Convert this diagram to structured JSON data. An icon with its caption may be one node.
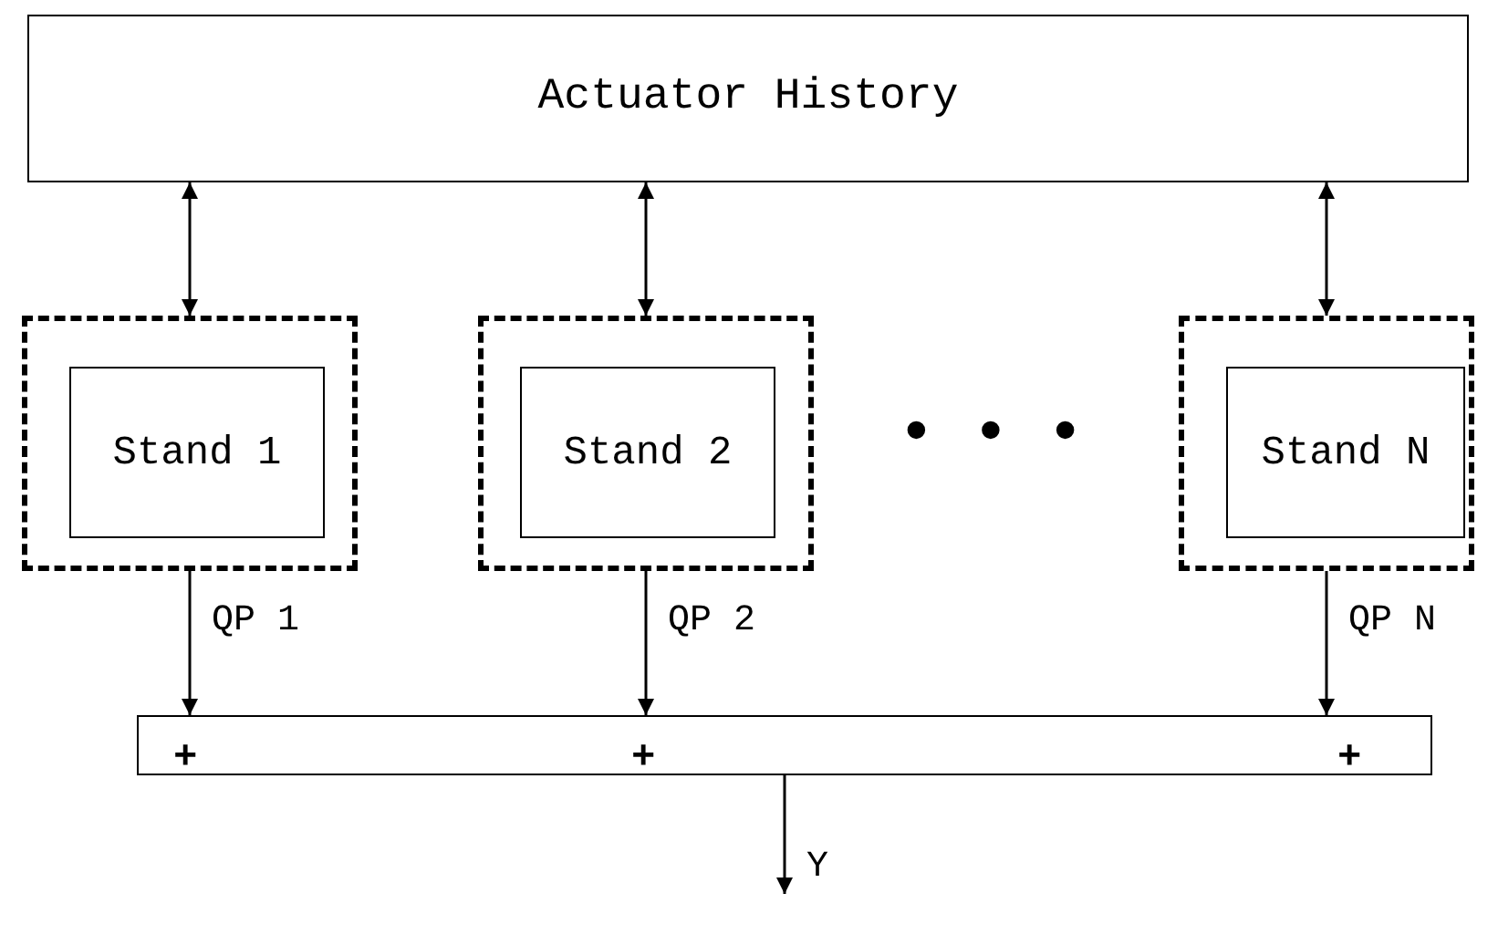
{
  "diagram": {
    "nodes": [
      {
        "text": [
          "Actuator History"
        ]
      },
      {
        "text": [],
        "shape": "box"
      },
      {
        "text": [
          "Stand 1"
        ],
        "in": 1
      },
      {
        "text": [],
        "shape": "box"
      },
      {
        "text": [
          "Stand 2"
        ],
        "in": 3
      },
      {
        "text": [],
        "shape": "box"
      },
      {
        "text": [
          "Stand N"
        ],
        "in": 5
      },
      {
        "text": [
          "+",
          "+",
          "+"
        ]
      }
    ],
    "edges": [
      {
        "from": 0,
        "to": 1,
        "arrow": "both"
      },
      {
        "from": 0,
        "to": 3,
        "arrow": "both"
      },
      {
        "from": 0,
        "to": 5,
        "arrow": "both"
      },
      {
        "from": 1,
        "to": 7,
        "arrow": "to",
        "label": "QP 1"
      },
      {
        "from": 3,
        "to": 7,
        "arrow": "to",
        "label": "QP 2"
      },
      {
        "from": 5,
        "to": 7,
        "arrow": "to",
        "label": "QP N"
      },
      {
        "from": 7,
        "to": null,
        "arrow": "to",
        "label": "Y"
      }
    ],
    "labels": [
      "• • •"
    ]
  }
}
